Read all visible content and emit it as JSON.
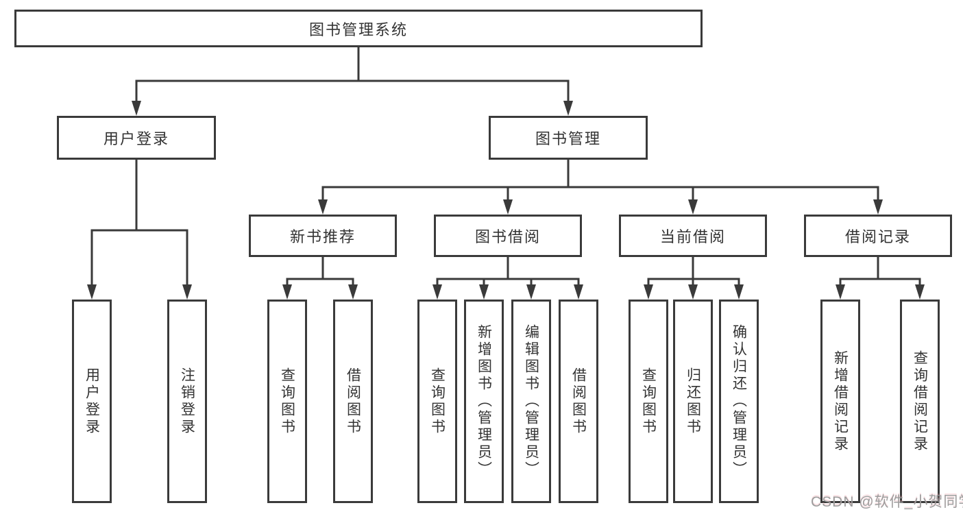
{
  "colors": {
    "line": "#3a3a3a",
    "box_border": "#3a3a3a",
    "text": "#333333",
    "background": "#ffffff",
    "watermark": "#9c9c9c"
  },
  "diagram": {
    "title": "图书管理系统",
    "level2": [
      {
        "label": "用户登录",
        "parent": "图书管理系统"
      },
      {
        "label": "图书管理",
        "parent": "图书管理系统"
      }
    ],
    "level3": [
      {
        "label": "新书推荐",
        "parent": "图书管理"
      },
      {
        "label": "图书借阅",
        "parent": "图书管理"
      },
      {
        "label": "当前借阅",
        "parent": "图书管理"
      },
      {
        "label": "借阅记录",
        "parent": "图书管理"
      }
    ],
    "leaves": [
      {
        "label": "用户登录",
        "parent": "用户登录"
      },
      {
        "label": "注销登录",
        "parent": "用户登录"
      },
      {
        "label": "查询图书",
        "parent": "新书推荐"
      },
      {
        "label": "借阅图书",
        "parent": "新书推荐"
      },
      {
        "label": "查询图书",
        "parent": "图书借阅"
      },
      {
        "label": "新增图书（管理员）",
        "parent": "图书借阅"
      },
      {
        "label": "编辑图书（管理员）",
        "parent": "图书借阅"
      },
      {
        "label": "借阅图书",
        "parent": "图书借阅"
      },
      {
        "label": "查询图书",
        "parent": "当前借阅"
      },
      {
        "label": "归还图书",
        "parent": "当前借阅"
      },
      {
        "label": "确认归还（管理员）",
        "parent": "当前借阅"
      },
      {
        "label": "新增借阅记录",
        "parent": "借阅记录"
      },
      {
        "label": "查询借阅记录",
        "parent": "借阅记录"
      }
    ]
  },
  "watermark": {
    "text": "CSDN @软件_小贺同学"
  }
}
